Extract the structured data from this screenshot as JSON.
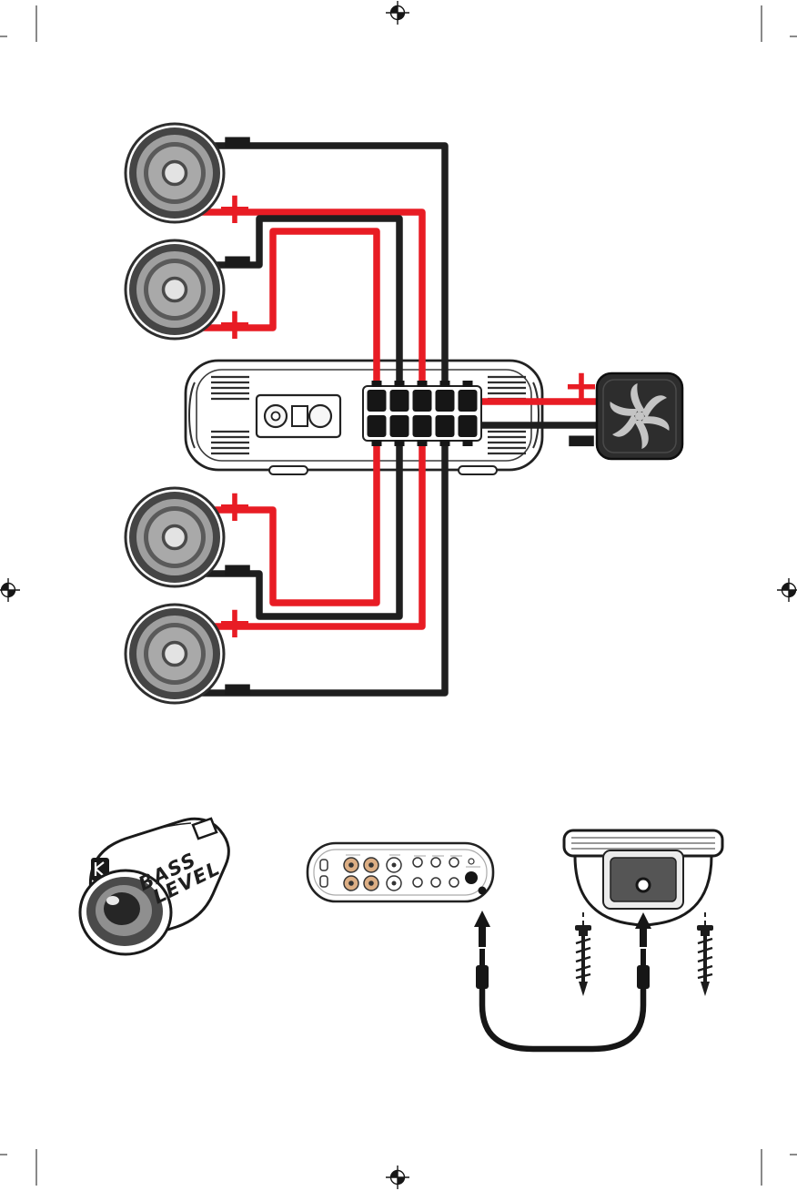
{
  "colors": {
    "wire_red": "#e81c24",
    "wire_black": "#1f1f1f",
    "plus_color": "#e81c24",
    "minus_color": "#1a1a1a",
    "remote_body": "#2d2d2d",
    "rca_tan": "#dcae84"
  },
  "wiring": {
    "speakers": [
      {
        "id": "speaker-1",
        "top_label": "−",
        "bottom_label": "+"
      },
      {
        "id": "speaker-2",
        "top_label": "−",
        "bottom_label": "+"
      },
      {
        "id": "speaker-3",
        "top_label": "+",
        "bottom_label": "−"
      },
      {
        "id": "speaker-4",
        "top_label": "+",
        "bottom_label": "−"
      }
    ],
    "remote_control": {
      "plus_label": "+",
      "minus_label": "−"
    }
  },
  "bass_remote": {
    "label_line1": "BASS",
    "label_line2": "LEVEL"
  }
}
